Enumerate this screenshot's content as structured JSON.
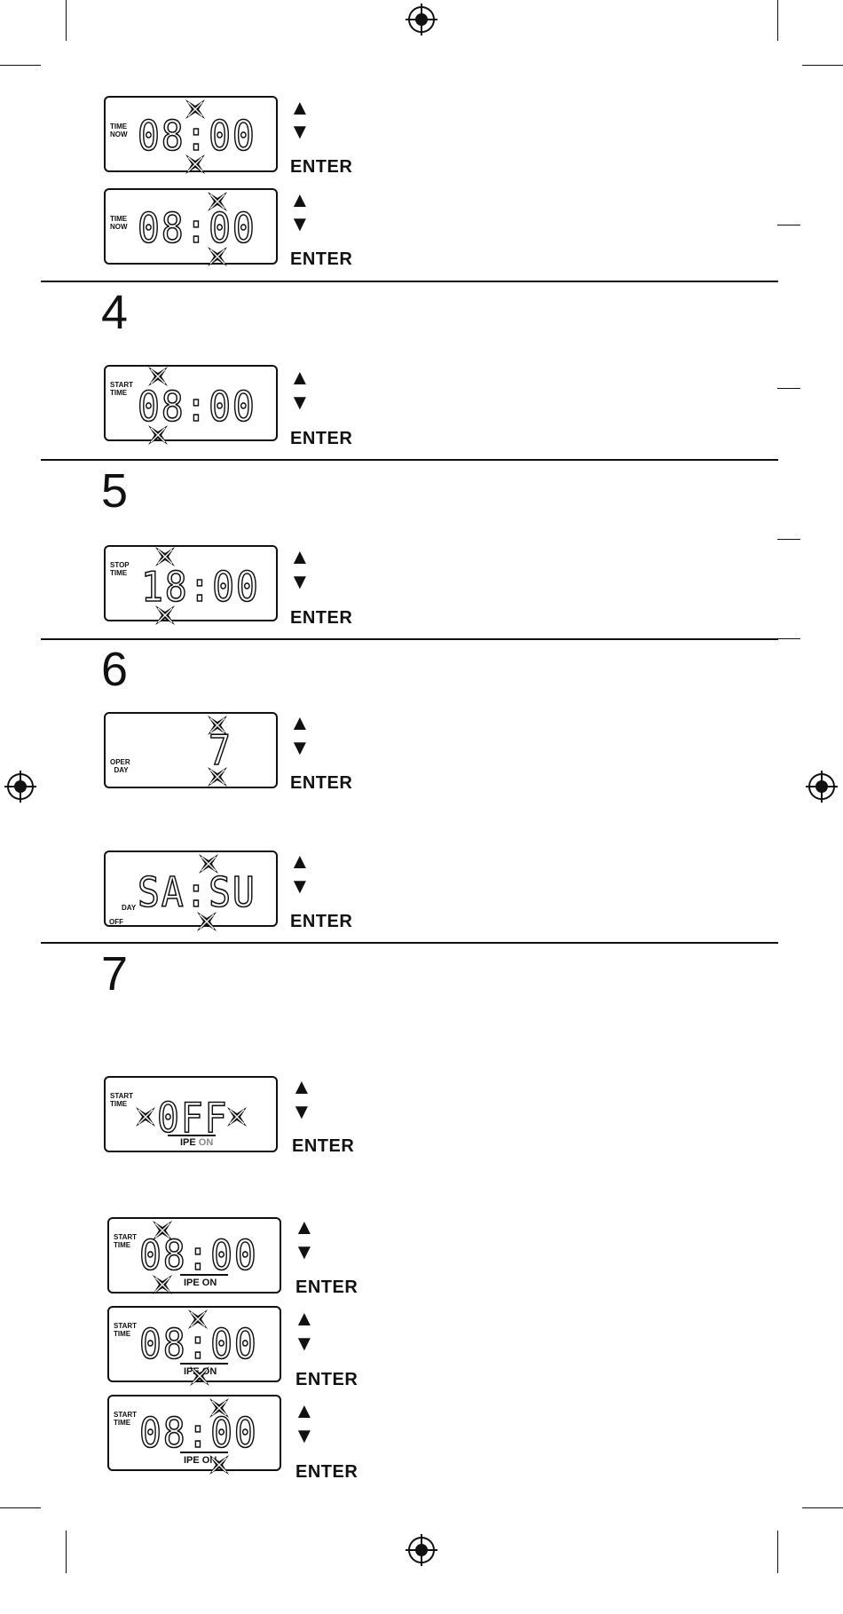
{
  "steps": {
    "s4": "4",
    "s5": "5",
    "s6": "6",
    "s7": "7"
  },
  "controls": {
    "up_icon": "▲",
    "down_icon": "▼",
    "enter_label": "ENTER"
  },
  "displays": {
    "d1": {
      "label": "TIME\nNOW",
      "value": "08:00"
    },
    "d2": {
      "label": "TIME\nNOW",
      "value": "08:00"
    },
    "d3": {
      "label": "START\nTIME",
      "value": "08:00"
    },
    "d4": {
      "label": "STOP\nTIME",
      "value": "18:00"
    },
    "d5": {
      "label": "OPER\n  DAY",
      "value": "7"
    },
    "d6": {
      "label_day": "DAY",
      "label_off": "OFF",
      "value": "SA:SU"
    },
    "d7": {
      "label": "START\nTIME",
      "value": "0FF",
      "ipe": "IPE",
      "on": "ON"
    },
    "d8": {
      "label": "START\nTIME",
      "value": "08:00",
      "ipe": "IPE ON"
    },
    "d9": {
      "label": "START\nTIME",
      "value": "08:00",
      "ipe": "IPE ON"
    },
    "d10": {
      "label": "START\nTIME",
      "value": "08:00",
      "ipe": "IPE ON"
    }
  },
  "icons": {
    "blink": "blink-marker-icon",
    "registration": "registration-mark-icon"
  }
}
